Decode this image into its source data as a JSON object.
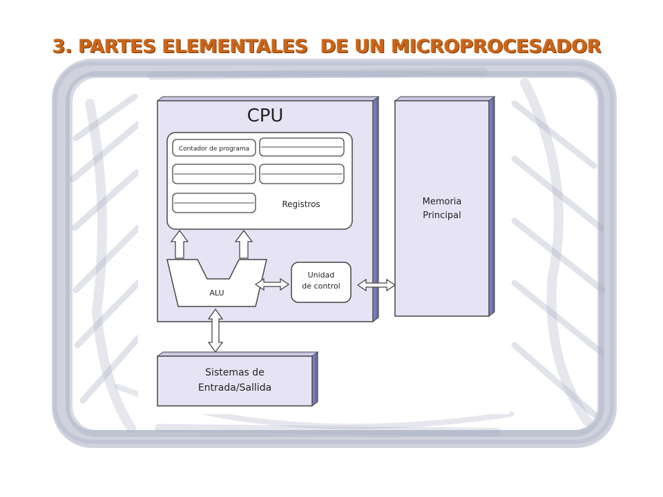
{
  "title": "3. PARTES ELEMENTALES  DE UN MICROPROCESADOR",
  "diagram": {
    "cpu_label": "CPU",
    "program_counter_label": "Contador de programa",
    "registers_label": "Registros",
    "alu_label": "ALU",
    "control_unit_line1": "Unidad",
    "control_unit_line2": "de control",
    "memory_line1": "Memoria",
    "memory_line2": "Principal",
    "io_line1": "Sistemas de",
    "io_line2": "Entrada/Sallida"
  },
  "colors": {
    "title": "#c8651b",
    "block_fill": "#e6e4f4",
    "block_stroke": "#444444",
    "frame_stroke": "#a9afc2"
  }
}
